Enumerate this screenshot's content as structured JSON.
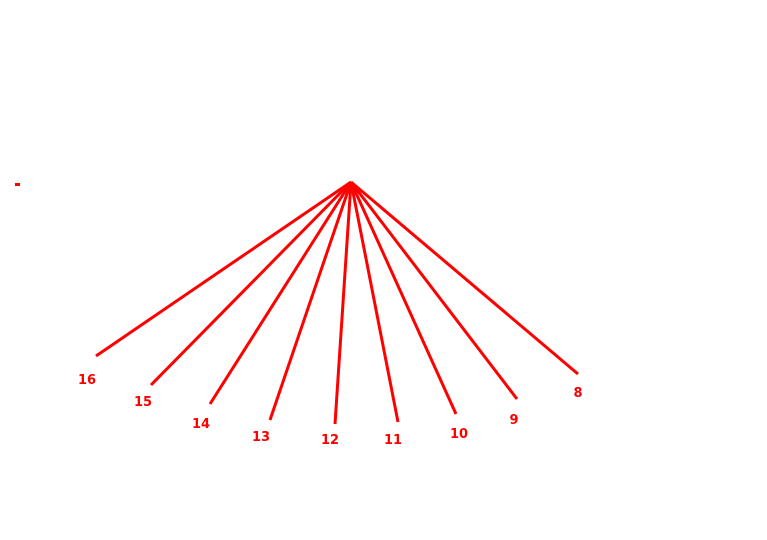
{
  "diagram": {
    "color": "#ff0000",
    "rays": [
      {
        "label": "16"
      },
      {
        "label": "15"
      },
      {
        "label": "14"
      },
      {
        "label": "13"
      },
      {
        "label": "12"
      },
      {
        "label": "11"
      },
      {
        "label": "10"
      },
      {
        "label": "9"
      },
      {
        "label": "8"
      }
    ]
  }
}
